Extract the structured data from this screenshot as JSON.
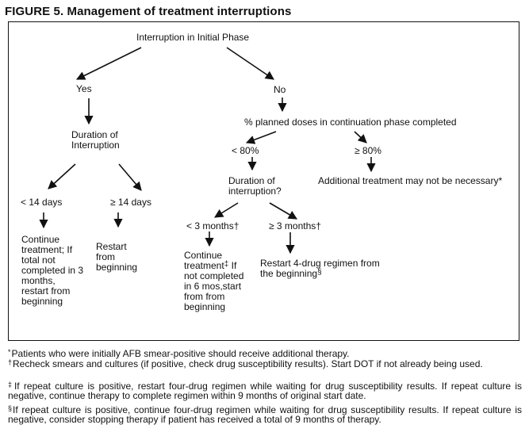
{
  "figure": {
    "title": "FIGURE 5. Management of treatment interruptions"
  },
  "nodes": {
    "root": "Interruption in Initial Phase",
    "yes": "Yes",
    "no": "No",
    "duration": "Duration of Interruption",
    "lt14": "< 14 days",
    "ge14": "≥ 14 days",
    "continue_left": "Continue treatment; If total not completed in 3 months, restart from beginning",
    "restart_left": "Restart from beginning",
    "planned_doses": "% planned doses in continuation phase completed",
    "lt80": "< 80%",
    "ge80": "≥ 80%",
    "additional": "Additional treatment may not be necessary*",
    "duration_q": "Duration of interruption?",
    "lt3": "< 3 months†",
    "ge3": "≥ 3 months†",
    "continue_mid_a": "Continue treatment",
    "continue_mid_mark": "‡",
    "continue_mid_b": "If not completed in 6 mos,start from from beginning",
    "restart4_a": "Restart 4-drug regimen from the beginning",
    "restart4_mark": "§"
  },
  "footnotes": [
    {
      "mark": "*",
      "text": "Patients who were initially AFB smear-positive should receive additional therapy."
    },
    {
      "mark": "†",
      "text": "Recheck smears and cultures (if positive, check drug susceptibility results). Start DOT if not already being used."
    },
    {
      "mark": "‡",
      "text": "If repeat culture is positive, restart four-drug regimen while waiting for drug susceptibility results. If repeat culture is negative, continue therapy to complete regimen within 9 months of original start date."
    },
    {
      "mark": "§",
      "text": "If repeat culture is positive, continue four-drug regimen while waiting for drug susceptibility results. If repeat culture is negative, consider stopping therapy if patient has received a total of 9 months of therapy."
    }
  ]
}
